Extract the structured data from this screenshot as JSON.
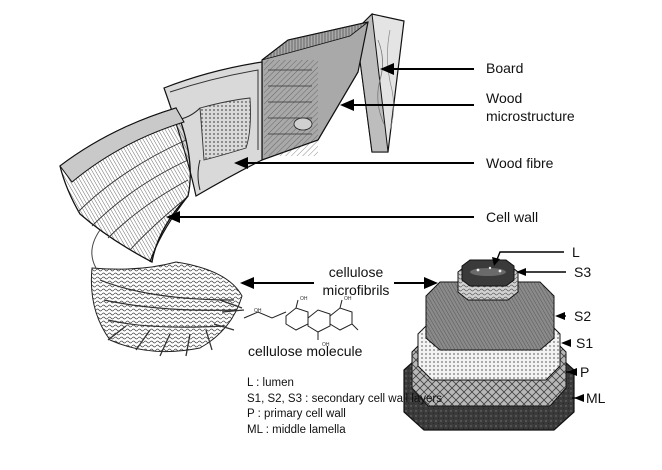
{
  "labels": {
    "board": "Board",
    "wood_microstructure_line1": "Wood",
    "wood_microstructure_line2": "microstructure",
    "wood_fibre": "Wood fibre",
    "cell_wall": "Cell wall",
    "cellulose_microfibrils_line1": "cellulose",
    "cellulose_microfibrils_line2": "microfibrils",
    "cellulose_molecule": "cellulose molecule"
  },
  "layers": {
    "L": "L",
    "S3": "S3",
    "S2": "S2",
    "S1": "S1",
    "P": "P",
    "ML": "ML"
  },
  "legend": [
    "L : lumen",
    "S1, S2, S3 : secondary cell wall layers",
    "P : primary cell wall",
    "ML : middle lamella"
  ],
  "colors": {
    "ink": "#111111",
    "paper": "#ffffff",
    "light_gray": "#d8d8d8",
    "mid_gray": "#a8a8a8",
    "dark_gray": "#4a4a4a"
  }
}
